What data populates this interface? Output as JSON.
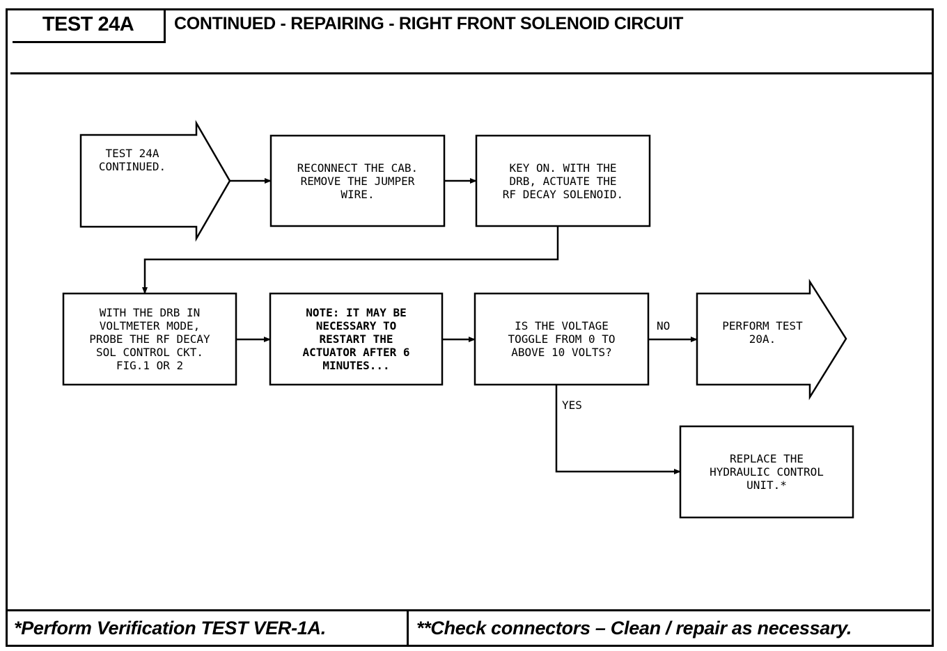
{
  "header": {
    "test_label": "TEST 24A",
    "title": "CONTINUED - REPAIRING - RIGHT FRONT SOLENOID CIRCUIT"
  },
  "flow": {
    "start": "TEST 24A\nCONTINUED.",
    "reconnect": "RECONNECT THE CAB.\nREMOVE THE JUMPER\nWIRE.",
    "key_on": "KEY ON. WITH THE\nDRB, ACTUATE THE\nRF DECAY SOLENOID.",
    "probe": "WITH THE DRB IN\nVOLTMETER MODE,\nPROBE THE RF DECAY\nSOL CONTROL CKT.\nFIG.1 OR 2",
    "note": "NOTE: IT MAY BE\nNECESSARY TO\nRESTART THE\nACTUATOR AFTER 6\nMINUTES...",
    "question": "IS THE VOLTAGE\nTOGGLE FROM 0 TO\nABOVE 10 VOLTS?",
    "no_label": "NO",
    "yes_label": "YES",
    "perform": "PERFORM TEST\n20A.",
    "replace": "REPLACE THE\nHYDRAULIC CONTROL\nUNIT.*"
  },
  "footer": {
    "note_left": "*Perform Verification TEST VER-1A.",
    "note_right": "**Check connectors – Clean / repair as necessary."
  }
}
